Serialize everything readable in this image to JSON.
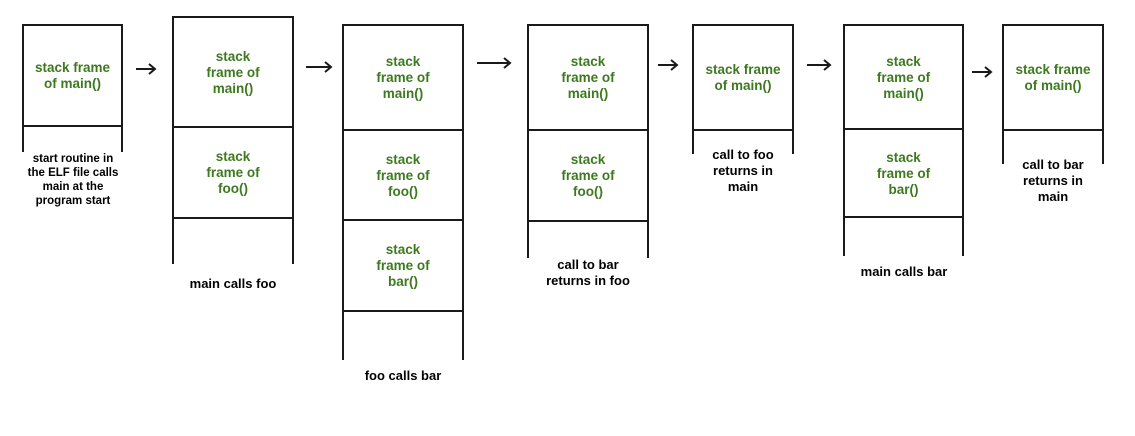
{
  "diagram": {
    "stacks": [
      {
        "frames": [
          "stack frame\nof main()"
        ],
        "caption": "start routine in\nthe ELF file calls\nmain at the\nprogram start"
      },
      {
        "frames": [
          "stack\nframe of\nmain()",
          "stack\nframe of\nfoo()"
        ],
        "caption": "main calls foo"
      },
      {
        "frames": [
          "stack\nframe of\nmain()",
          "stack\nframe of\nfoo()",
          "stack\nframe of\nbar()"
        ],
        "caption": "foo calls bar"
      },
      {
        "frames": [
          "stack\nframe of\nmain()",
          "stack\nframe of\nfoo()"
        ],
        "caption": "call to bar\nreturns in foo"
      },
      {
        "frames": [
          "stack frame\nof main()"
        ],
        "caption": "call to foo\nreturns in\nmain"
      },
      {
        "frames": [
          "stack\nframe of\nmain()",
          "stack\nframe of\nbar()"
        ],
        "caption": "main calls bar"
      },
      {
        "frames": [
          "stack frame\nof main()"
        ],
        "caption": "call to bar\nreturns in\nmain"
      }
    ],
    "colors": {
      "frame_text": "#3d7a1f",
      "caption_text": "#000000",
      "lines": "#1a1a1a"
    },
    "arrow_icon": "right-arrow-icon"
  }
}
